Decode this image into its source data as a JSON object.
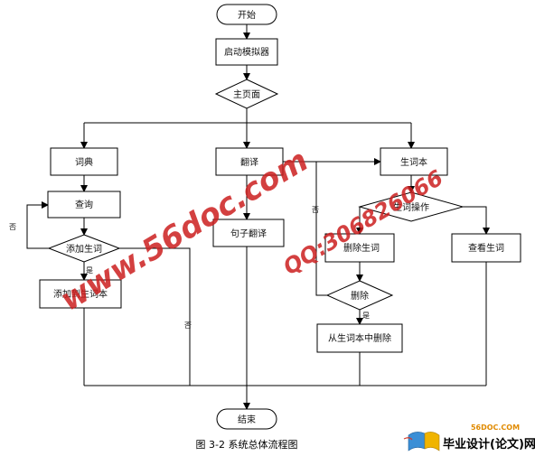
{
  "diagram": {
    "nodes": [
      {
        "id": "start",
        "label": "开始"
      },
      {
        "id": "launch",
        "label": "启动模拟器"
      },
      {
        "id": "home",
        "label": "主页面"
      },
      {
        "id": "dict",
        "label": "词典"
      },
      {
        "id": "translate",
        "label": "翻译"
      },
      {
        "id": "wordbook",
        "label": "生词本"
      },
      {
        "id": "query",
        "label": "查询"
      },
      {
        "id": "sentence",
        "label": "句子翻译"
      },
      {
        "id": "wb_op",
        "label": "生词操作"
      },
      {
        "id": "add_word",
        "label": "添加生词"
      },
      {
        "id": "add_to_wb",
        "label": "添加到生词本"
      },
      {
        "id": "del_word",
        "label": "删除生词"
      },
      {
        "id": "view_word",
        "label": "查看生词"
      },
      {
        "id": "delete",
        "label": "删除"
      },
      {
        "id": "remove_from_wb",
        "label": "从生词本中删除"
      },
      {
        "id": "end",
        "label": "结束"
      }
    ],
    "edge_labels": {
      "no": "否",
      "yes": "是"
    }
  },
  "caption": "图 3-2  系统总体流程图",
  "watermark": {
    "site": "www.56doc.com",
    "qq": "QQ:306826066"
  },
  "brand": {
    "small": "56DOC.COM",
    "main": "毕业设计(论文)网"
  }
}
